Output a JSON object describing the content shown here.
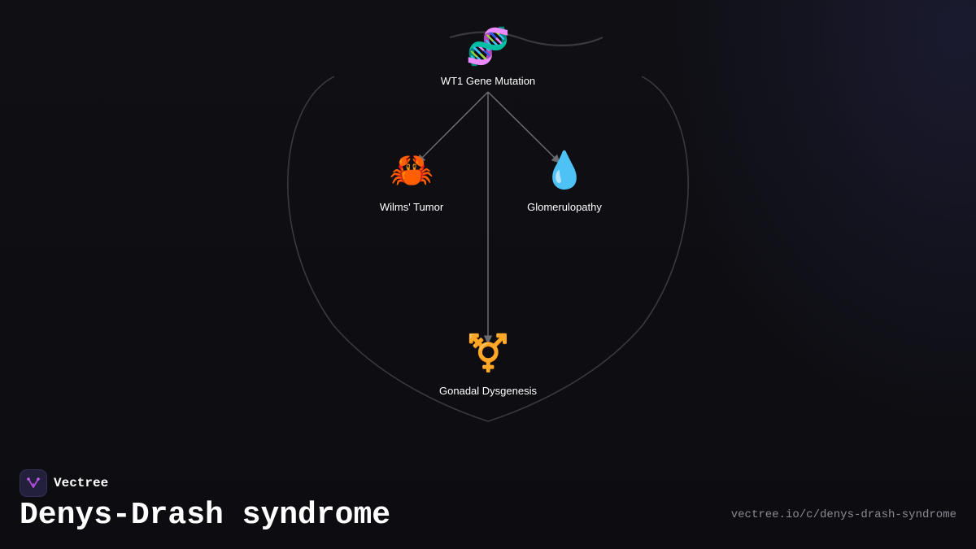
{
  "diagram": {
    "nodes": [
      {
        "id": "wt1",
        "icon": "🧬",
        "icon_name": "dna-icon",
        "label": "WT1 Gene Mutation"
      },
      {
        "id": "wilms",
        "icon": "🦀",
        "icon_name": "crab-icon",
        "label": "Wilms' Tumor"
      },
      {
        "id": "glomerulopathy",
        "icon": "💧",
        "icon_name": "droplet-icon",
        "label": "Glomerulopathy"
      },
      {
        "id": "gonadal",
        "icon": "⚧️",
        "icon_name": "transgender-symbol-icon",
        "label": "Gonadal Dysgenesis"
      }
    ],
    "edges": [
      {
        "from": "wt1",
        "to": "wilms"
      },
      {
        "from": "wt1",
        "to": "glomerulopathy"
      },
      {
        "from": "wt1",
        "to": "gonadal"
      }
    ]
  },
  "brand": {
    "name": "Vectree",
    "logo_icon": "vectree-logo-icon"
  },
  "footer": {
    "title": "Denys-Drash syndrome",
    "url": "vectree.io/c/denys-drash-syndrome"
  },
  "colors": {
    "background": "#0e0e12",
    "edge": "#6b6b70",
    "heart_outline": "#3a3a3e",
    "logo_accent": "#b04ad8",
    "text": "#ffffff",
    "url_text": "#8a8a94"
  }
}
